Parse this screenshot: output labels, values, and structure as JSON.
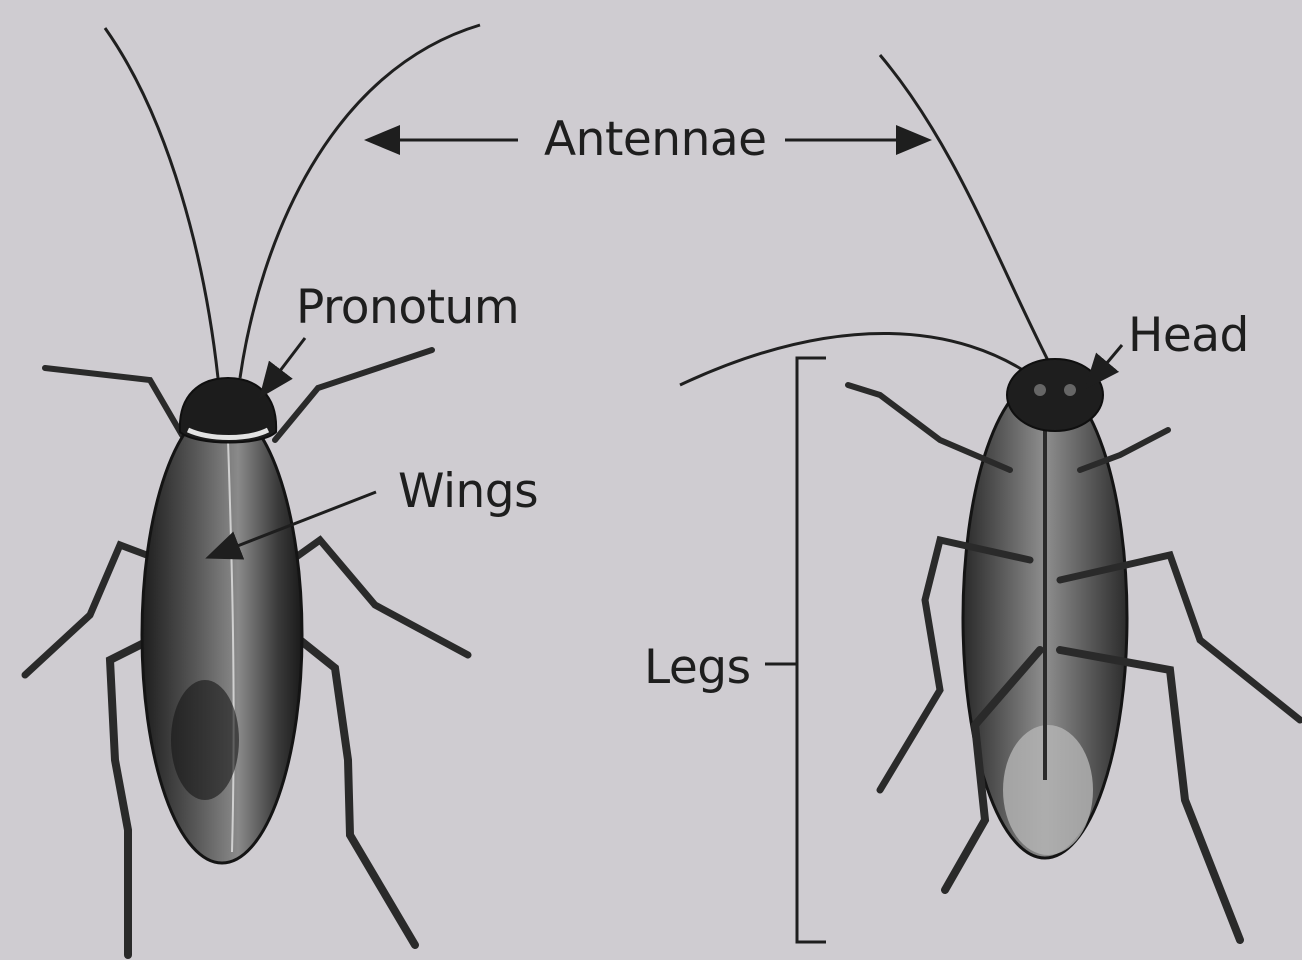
{
  "labels": {
    "antennae": "Antennae",
    "pronotum": "Pronotum",
    "wings": "Wings",
    "head": "Head",
    "legs": "Legs"
  },
  "colors": {
    "background": "#cfccd1",
    "ink": "#1e1e1e",
    "body_dark": "#262626",
    "body_mid": "#6a6a6a",
    "body_light": "#a9a9a9"
  }
}
